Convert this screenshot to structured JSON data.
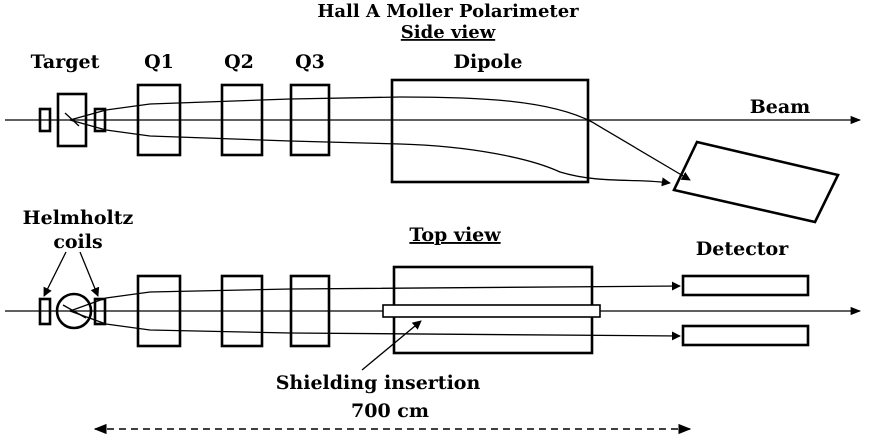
{
  "title": "Hall A Moller Polarimeter",
  "side_view": {
    "heading": "Side view",
    "labels": {
      "target": "Target",
      "q1": "Q1",
      "q2": "Q2",
      "q3": "Q3",
      "dipole": "Dipole",
      "beam": "Beam"
    }
  },
  "top_view": {
    "heading": "Top view",
    "labels": {
      "helmholtz_line1": "Helmholtz",
      "helmholtz_line2": "coils",
      "detector": "Detector",
      "shielding": "Shielding insertion"
    }
  },
  "scale": {
    "label": "700 cm"
  },
  "colors": {
    "ink": "#000000",
    "background": "#ffffff"
  }
}
